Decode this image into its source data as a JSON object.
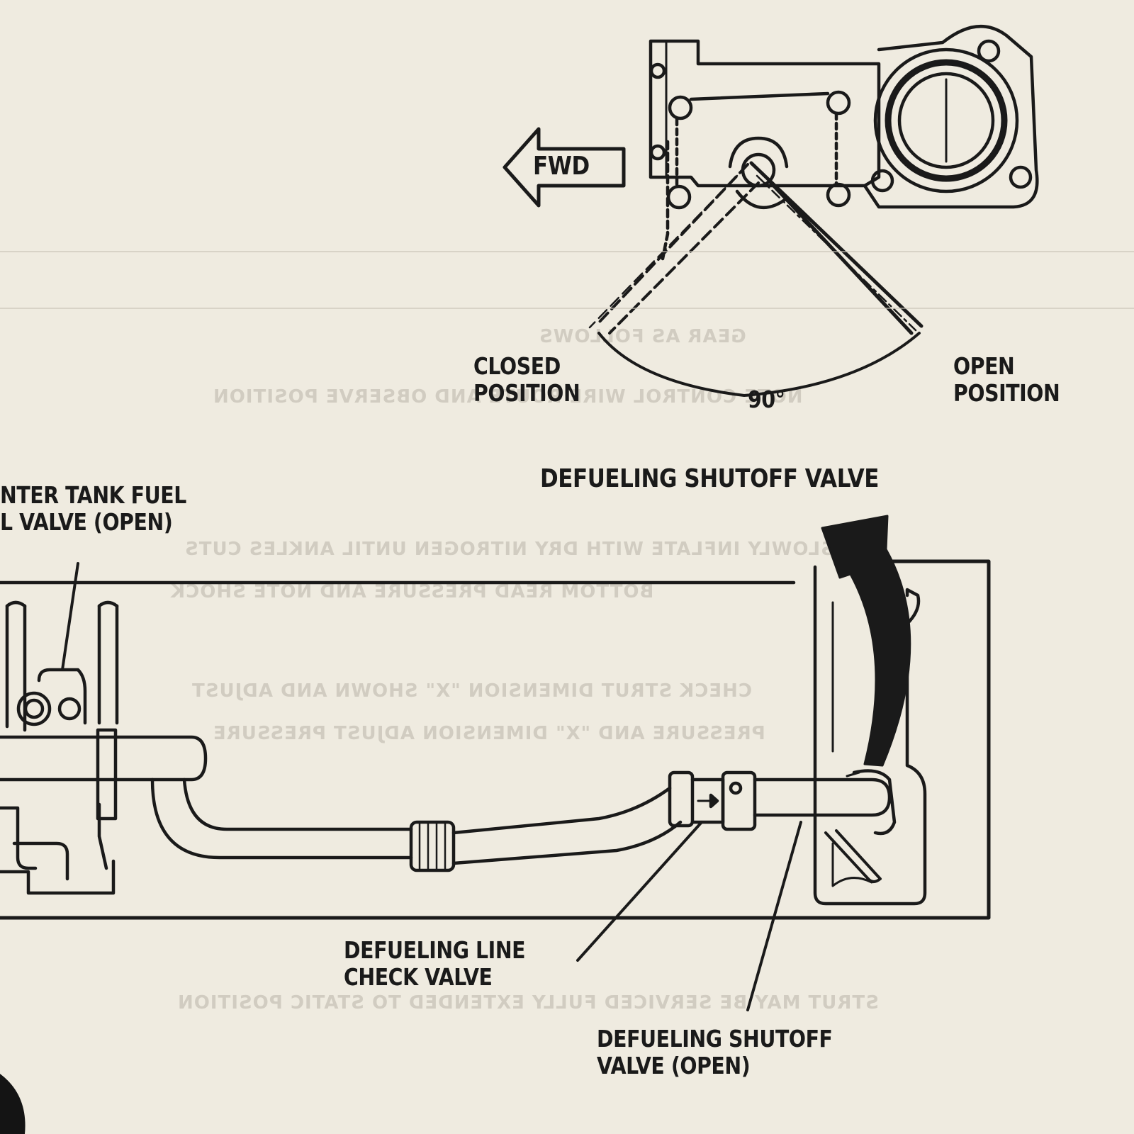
{
  "labels": {
    "fwd": "FWD",
    "closed_line1": "CLOSED",
    "closed_line2": "POSITION",
    "open_line1": "OPEN",
    "open_line2": "POSITION",
    "angle": "90°",
    "detail_title": "DEFUELING SHUTOFF VALVE",
    "center_tank_line1": "NTER TANK FUEL",
    "center_tank_line2": "L VALVE (OPEN)",
    "check_valve_line1": "DEFUELING LINE",
    "check_valve_line2": "CHECK VALVE",
    "shutoff_open_line1": "DEFUELING SHUTOFF",
    "shutoff_open_line2": "VALVE (OPEN)"
  },
  "colors": {
    "paper": "#efebe0",
    "ink": "#1a1a1a",
    "bleed": "#b9b4a8"
  }
}
